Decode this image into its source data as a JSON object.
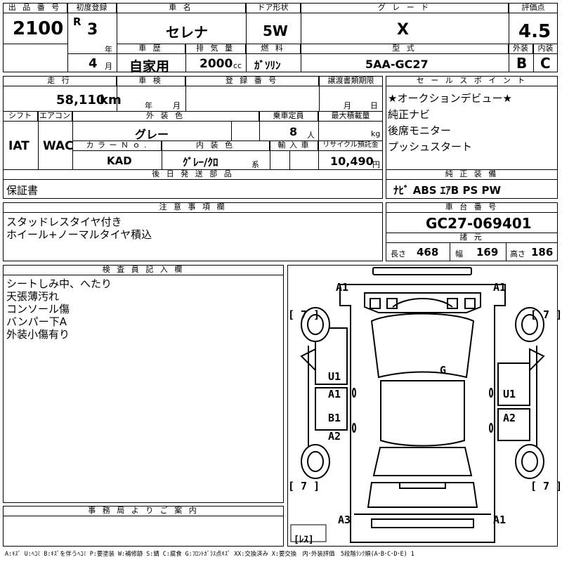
{
  "top": {
    "lot_no_label": "出 品 番 号",
    "lot_no": "2100",
    "first_reg_label": "初度登録",
    "era": "R",
    "reg_year": "3",
    "year_unit": "年",
    "reg_month": "4",
    "month_unit": "月",
    "car_name_label": "車 名",
    "car_name": "セレナ",
    "door_label": "ドア形状",
    "door": "5W",
    "grade_label": "グ レ ー ド",
    "grade": "X",
    "score_label": "評価点",
    "score": "4.5",
    "history_label": "車 歴",
    "history": "自家用",
    "displacement_label": "排 気 量",
    "displacement": "2000",
    "cc_unit": "cc",
    "fuel_label": "燃 料",
    "fuel": "ｶﾞｿﾘﾝ",
    "model_label": "型 式",
    "model": "5AA-GC27",
    "exterior_label": "外装",
    "exterior_grade": "B",
    "interior_label": "内装",
    "interior_grade": "C"
  },
  "mid": {
    "mileage_label": "走 行",
    "mileage": "58,110",
    "km_unit": "km",
    "inspection_label": "車 検",
    "insp_year_unit": "年",
    "insp_month_unit": "月",
    "reg_no_label": "登 録 番 号",
    "transfer_label": "譲渡書類期限",
    "transfer_month_unit": "月",
    "transfer_day_unit": "日",
    "shift_label": "シフト",
    "shift": "IAT",
    "ac_label": "エアコン",
    "ac": "WAC",
    "color_label": "外 装 色",
    "color": "グレー",
    "capacity_label": "乗車定員",
    "capacity": "8",
    "person_unit": "人",
    "load_label": "最大積載量",
    "kg_unit": "kg",
    "color_no_label": "カ ラ ー Ｎ ｏ .",
    "color_no": "KAD",
    "int_color_label": "内 装 色",
    "int_color": "ｸﾞﾚｰ/ｸﾛ",
    "series_unit": "系",
    "import_label": "輸 入 車",
    "recycle_label": "リサイクル預託金",
    "recycle": "10,490",
    "yen_unit": "円",
    "later_label": "後 日 発 送 部 品",
    "later_item": "保証書"
  },
  "selling_points": {
    "label": "セ ー ル ス ポ イ ン ト",
    "items": [
      "★オークションデビュー★",
      "純正ナビ",
      "後席モニター",
      "プッシュスタート"
    ]
  },
  "equipment": {
    "label": "純 正 装 備",
    "items": "ﾅﾋﾞ ABS ｴｱB PS PW"
  },
  "notes": {
    "label": "注 意 事 項 欄",
    "items": [
      "スタッドレスタイヤ付き",
      "ホイール+ノーマルタイヤ積込"
    ]
  },
  "chassis": {
    "label": "車 台 番 号",
    "number": "GC27-069401",
    "spec_label": "諸 元",
    "length_label": "長さ",
    "length": "468",
    "width_label": "幅",
    "width": "169",
    "height_label": "高さ",
    "height": "186"
  },
  "inspector": {
    "label": "検 査 員 記 入 欄",
    "items": [
      "シートしみ中、へたり",
      "天張薄汚れ",
      "コンソール傷",
      "バンパー下A",
      "外装小傷有り"
    ]
  },
  "office": {
    "label": "事 務 局 よ り ご 案 内"
  },
  "legend": "A:ｷｽﾞ U:ﾍｺﾐ B:ｷｽﾞを伴うﾍｺﾐ P:要塗装 W:補修跡 S:錆 C:腐食 G:ﾌﾛﾝﾄｶﾞﾗｽ点ｷｽﾞ XX:交換済み X:要交換　内･外装評価　5段階ﾗﾝｸ順(A･B･C･D･E) 1",
  "diagram": {
    "marks": {
      "front_left": "A1",
      "front_right": "A1",
      "windshield": "G",
      "left_front_door_1": "U1",
      "left_front_door_2": "A1",
      "left_rear_door_1": "B1",
      "left_rear_door_2": "A2",
      "right_front_door": "U1",
      "right_rear_door": "A2",
      "rear_left": "A3",
      "rear_right": "A1"
    },
    "tire_fl": "[ 7 ]",
    "tire_fr": "[ 7 ]",
    "tire_rl": "[ 7 ]",
    "tire_rr": "[ 7 ]",
    "spare": "[ﾚｽ]"
  }
}
